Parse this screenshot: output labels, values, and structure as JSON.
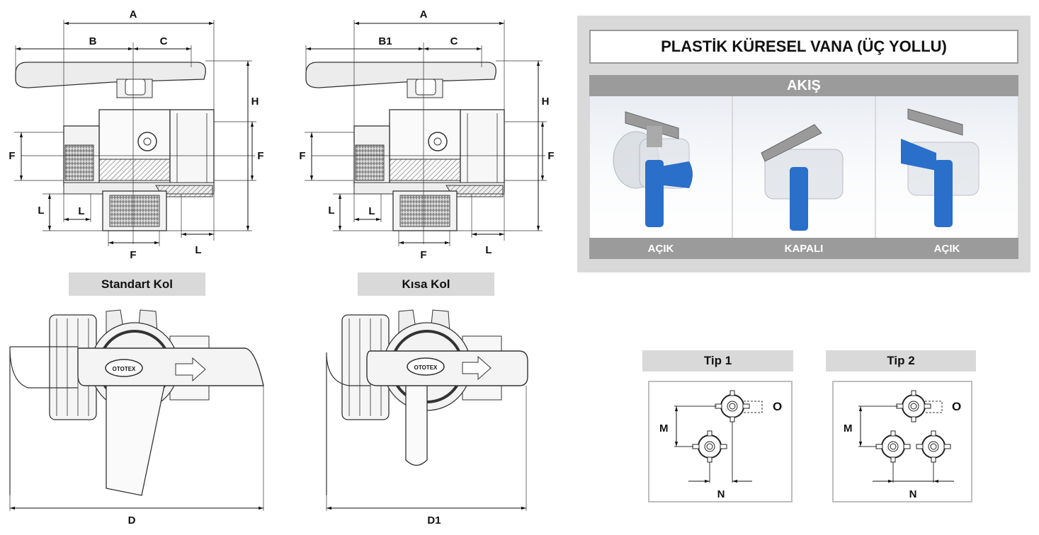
{
  "side_views": [
    {
      "labels": {
        "A": "A",
        "B": "B",
        "C": "C",
        "H": "H",
        "F_left": "F",
        "F_right": "F",
        "F_bottom": "F",
        "L_left_v": "L",
        "L_left_h": "L",
        "L_right": "L"
      },
      "caption": "Standart Kol"
    },
    {
      "labels": {
        "A": "A",
        "B": "B1",
        "C": "C",
        "H": "H",
        "F_left": "F",
        "F_right": "F",
        "F_bottom": "F",
        "L_left_v": "L",
        "L_left_h": "L",
        "L_right": "L"
      },
      "caption": "Kısa Kol"
    }
  ],
  "top_views": [
    {
      "dimension": "D",
      "logo": "OTOTEX"
    },
    {
      "dimension": "D1",
      "logo": "OTOTEX"
    }
  ],
  "panel": {
    "title": "PLASTİK KÜRESEL VANA (ÜÇ YOLLU)",
    "flow_header": "AKIŞ",
    "states": [
      "AÇIK",
      "KAPALI",
      "AÇIK"
    ]
  },
  "tips": [
    {
      "title": "Tip 1",
      "M": "M",
      "N": "N",
      "O": "O"
    },
    {
      "title": "Tip 2",
      "M": "M",
      "N": "N",
      "O": "O"
    }
  ],
  "colors": {
    "flow_blue": "#2a6fc9",
    "panel_gray": "#d9d9d9",
    "bar_gray": "#9b9b9b"
  }
}
